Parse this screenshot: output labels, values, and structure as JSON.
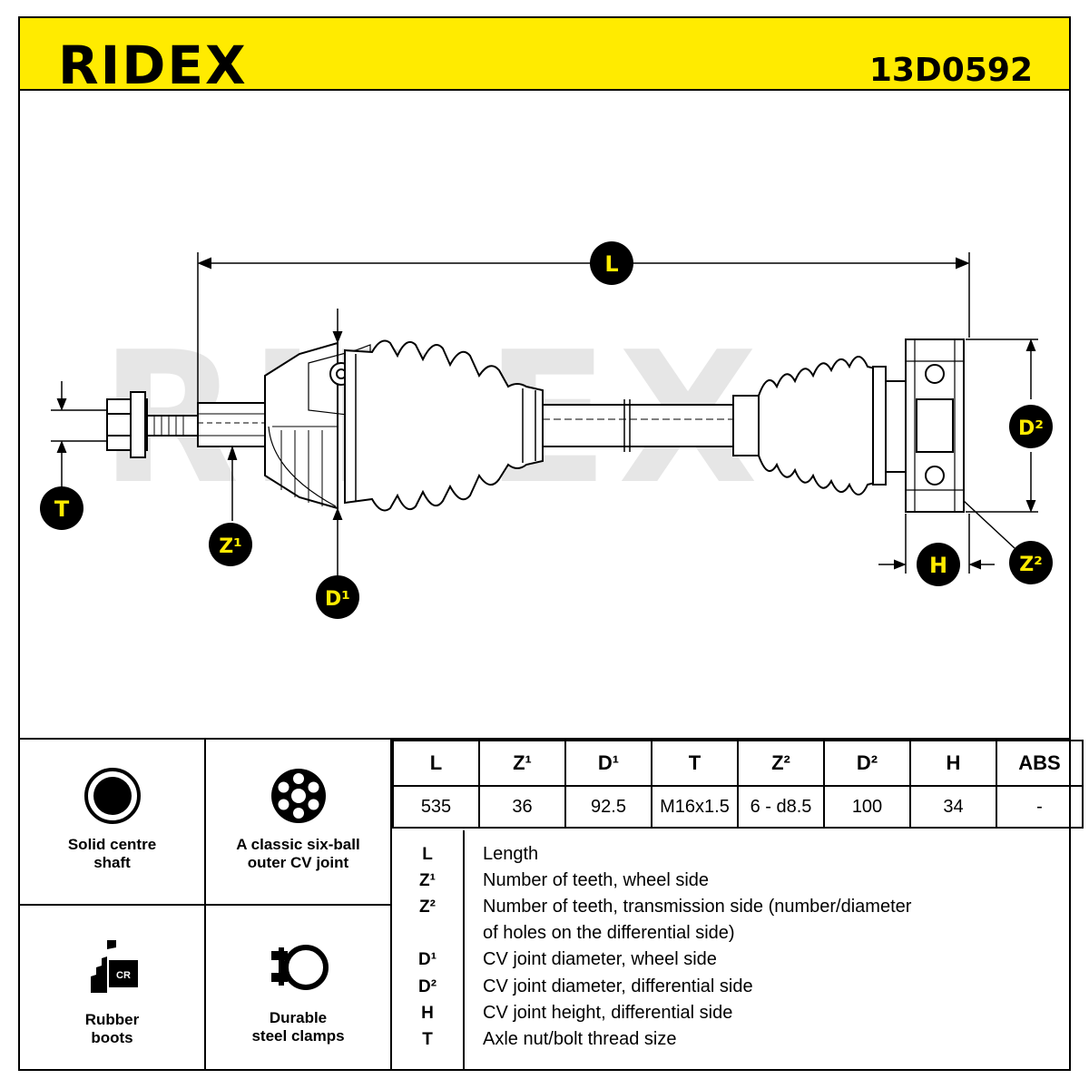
{
  "header": {
    "brand": "RIDEX",
    "part_number": "13D0592"
  },
  "drawing": {
    "watermark": "RIDEX",
    "callouts": {
      "L": "L",
      "T": "T",
      "Z1": "Z¹",
      "D1": "D¹",
      "D2": "D²",
      "H": "H",
      "Z2": "Z²"
    }
  },
  "features": [
    {
      "label": "Solid centre\nshaft",
      "icon": "solid-shaft-icon"
    },
    {
      "label": "A classic six-ball\nouter CV joint",
      "icon": "six-ball-joint-icon"
    },
    {
      "label": "Rubber\nboots",
      "icon": "rubber-boot-icon",
      "badge": "CR"
    },
    {
      "label": "Durable\nsteel clamps",
      "icon": "steel-clamp-icon"
    }
  ],
  "specs": {
    "headers": [
      "L",
      "Z¹",
      "D¹",
      "T",
      "Z²",
      "D²",
      "H",
      "ABS"
    ],
    "values": [
      "535",
      "36",
      "92.5",
      "M16x1.5",
      "6 - d8.5",
      "100",
      "34",
      "-"
    ]
  },
  "legend": [
    {
      "key": "L",
      "text": "Length"
    },
    {
      "key": "Z¹",
      "text": "Number of teeth, wheel side"
    },
    {
      "key": "Z²",
      "text": "Number of teeth, transmission side (number/diameter"
    },
    {
      "key": "",
      "text": "of holes on the differential side)"
    },
    {
      "key": "D¹",
      "text": "CV joint diameter, wheel side"
    },
    {
      "key": "D²",
      "text": "CV joint diameter, differential side"
    },
    {
      "key": "H",
      "text": "CV joint height, differential side"
    },
    {
      "key": "T",
      "text": "Axle nut/bolt thread size"
    }
  ],
  "colors": {
    "accent": "#FFEB00",
    "ink": "#000000",
    "watermark": "#e6e6e6"
  }
}
